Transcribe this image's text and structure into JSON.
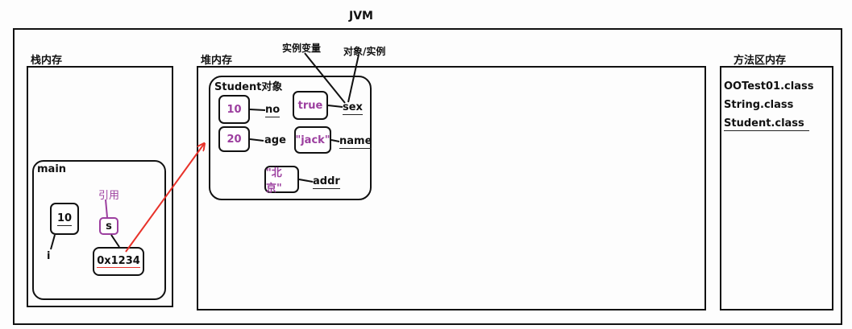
{
  "title": "JVM",
  "stack": {
    "title": "栈内存",
    "frame_label": "main",
    "var_i": {
      "value": "10",
      "name": "i"
    },
    "var_s": {
      "name": "s",
      "ref_label": "引用",
      "address": "0x1234"
    }
  },
  "heap": {
    "title": "堆内存",
    "callout_instance_var": "实例变量",
    "callout_object": "对象/实例",
    "object_title": "Student对象",
    "fields": [
      {
        "value": "10",
        "name": "no"
      },
      {
        "value": "true",
        "name": "sex"
      },
      {
        "value": "20",
        "name": "age"
      },
      {
        "value": "\"jack\"",
        "name": "name"
      },
      {
        "value": "\"北京\"",
        "name": "addr"
      }
    ]
  },
  "method_area": {
    "title": "方法区内存",
    "classes": [
      "OOTest01.class",
      "String.class",
      "Student.class"
    ]
  },
  "colors": {
    "arrow": "#e8322a",
    "value_text": "#9c3f9f",
    "lines": "#111111"
  }
}
